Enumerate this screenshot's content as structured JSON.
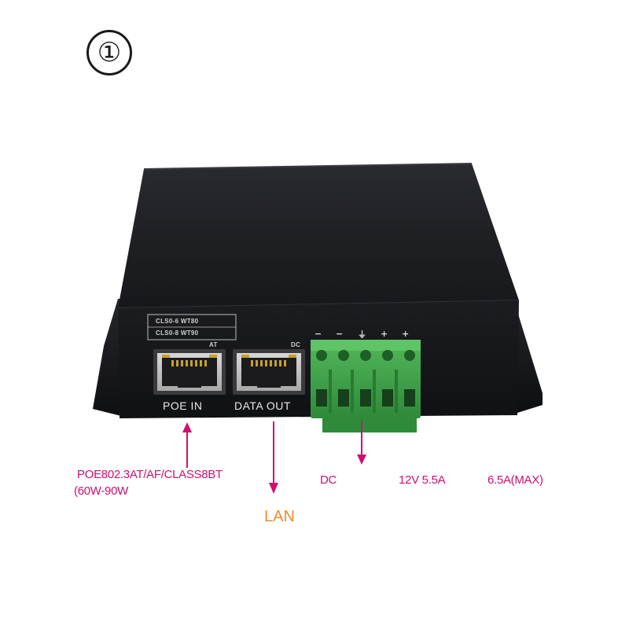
{
  "badge": {
    "number": "①"
  },
  "device": {
    "label_box_line1": "CLS0-6 WT80",
    "label_box_line2": "CLS0-8 WT90",
    "port1_top_label": "AT",
    "port2_top_label": "DC",
    "port1_label": "POE IN",
    "port2_label": "DATA OUT",
    "terminal_signs": [
      "−",
      "−",
      "⏚",
      "+",
      "+"
    ]
  },
  "annotations": {
    "poe_standard": "POE802.3AT/AF/CLASS8BT",
    "poe_power": "(60W-90W",
    "lan": "LAN",
    "dc": "DC",
    "voltage_current": "12V 5.5A",
    "max_current": "6.5A(MAX)"
  },
  "colors": {
    "annotation_magenta": "#d0106e",
    "lan_orange": "#f08a2a",
    "enclosure_black": "#151518",
    "terminal_green": "#3fa64a"
  }
}
